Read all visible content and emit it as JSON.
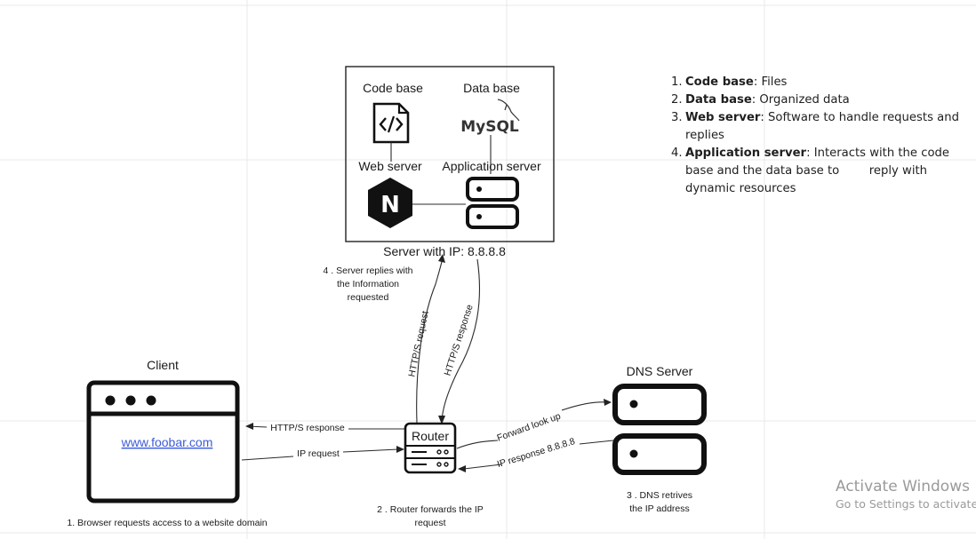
{
  "server_box": {
    "code_base_label": "Code base",
    "data_base_label": "Data base",
    "web_server_label": "Web server",
    "application_server_label": "Application server",
    "mysql_logo_text": "MySQL",
    "nginx_logo_text": "N",
    "caption": "Server with IP: 8.8.8.8"
  },
  "client": {
    "label": "Client",
    "url": "www.foobar.com",
    "step": "1. Browser requests access to a website domain"
  },
  "router": {
    "label": "Router",
    "step_line1": "2 . Router forwards the IP",
    "step_line2": "request"
  },
  "dns": {
    "label": "DNS Server",
    "step_line1": "3 . DNS retrives",
    "step_line2": "the IP address"
  },
  "server_reply": {
    "line1": "4 .  Server replies with",
    "line2": "the Information",
    "line3": "requested"
  },
  "arrows": {
    "http_request": "HTTP/S request",
    "http_response_up": "HTTP/S response",
    "http_response_client": "HTTP/S response",
    "ip_request": "IP request",
    "forward_lookup": "Forward look up",
    "ip_response": "IP response 8.8.8.8"
  },
  "notes": [
    {
      "num": "1.",
      "term": "Code base",
      "rest": ": Files"
    },
    {
      "num": "2.",
      "term": "Data base",
      "rest": ": Organized data"
    },
    {
      "num": "3.",
      "term": "Web server",
      "rest": ": Software to handle requests and replies"
    },
    {
      "num": "4.",
      "term": "Application server",
      "rest": ": Interacts with the code base and the data base to        reply with dynamic resources"
    }
  ],
  "watermark": {
    "title": "Activate Windows",
    "subtitle": "Go to Settings to activate Windows."
  },
  "colors": {
    "link": "#3b5bdb",
    "grid": "#e9e9e9",
    "ink": "#111111",
    "watermark": "#9a9a9a"
  }
}
